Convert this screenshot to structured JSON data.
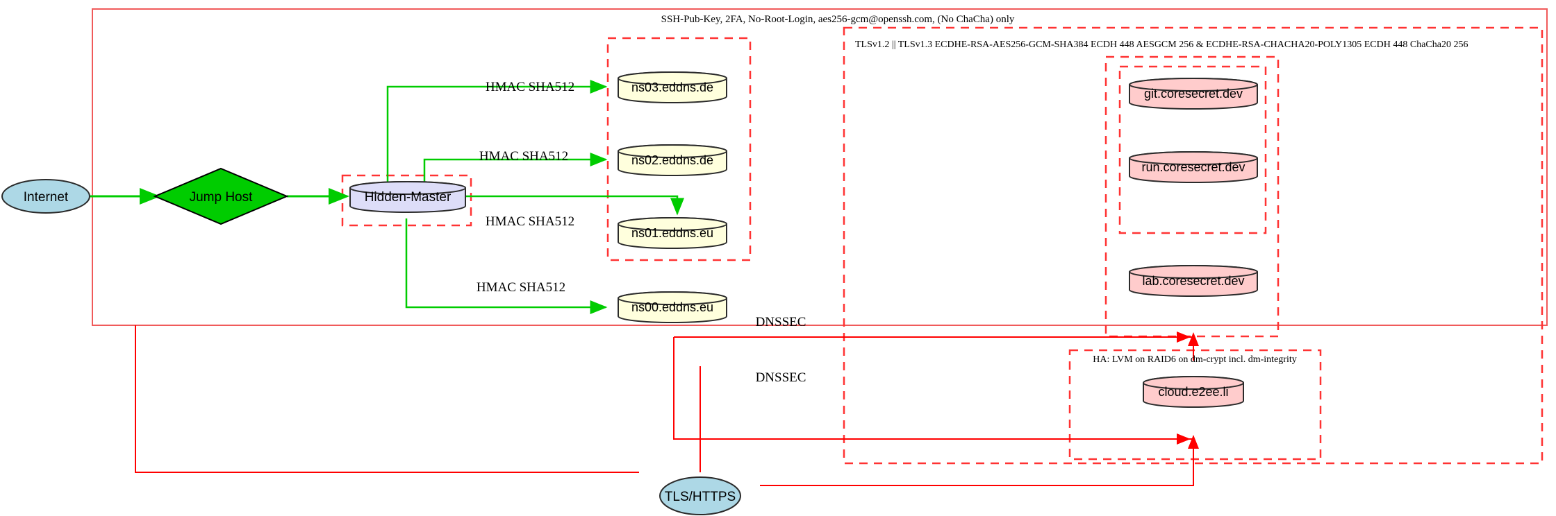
{
  "diagram": {
    "title_label": "SSH-Pub-Key, 2FA, No-Root-Login, aes256-gcm@openssh.com, (No ChaCha) only",
    "tls_label": "TLSv1.2 || TLSv1.3 ECDHE-RSA-AES256-GCM-SHA384 ECDH 448 AESGCM 256 & ECDHE-RSA-CHACHA20-POLY1305 ECDH 448 ChaCha20 256",
    "ha_label": "HA: LVM on RAID6 on dm-crypt incl. dm-integrity"
  },
  "nodes": {
    "internet": "Internet",
    "jump_host": "Jump Host",
    "hidden_master": "Hidden-Master",
    "tls_https": "TLS/HTTPS",
    "ns03": "ns03.eddns.de",
    "ns02": "ns02.eddns.de",
    "ns01": "ns01.eddns.eu",
    "ns00": "ns00.eddns.eu",
    "git": "git.coresecret.dev",
    "run": "run.coresecret.dev",
    "lab": "lab.coresecret.dev",
    "cloud": "cloud.e2ee.li"
  },
  "edges": {
    "hmac_ns03": "HMAC SHA512",
    "hmac_ns02": "HMAC SHA512",
    "hmac_ns01": "HMAC SHA512",
    "hmac_ns00": "HMAC SHA512",
    "dnssec_upper": "DNSSEC",
    "dnssec_lower": "DNSSEC"
  },
  "colors": {
    "boundary_red": "#ff3333",
    "edge_green": "#00cc00",
    "edge_red": "#ff0000",
    "ellipse_blue": "#add8e6",
    "diamond_green": "#00cc00",
    "cylinder_yellow": "#ffffdd",
    "cylinder_pink": "#ffcccc",
    "cylinder_lavender": "#ddddf8",
    "stroke_dark": "#2b2b2b"
  }
}
